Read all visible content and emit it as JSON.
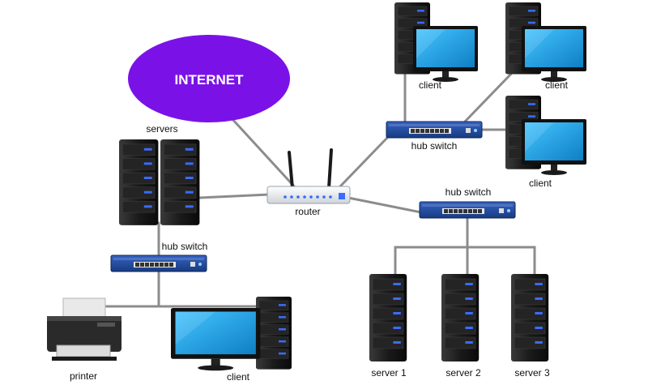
{
  "diagram": {
    "internet": {
      "label": "INTERNET",
      "color": "#7a12e8"
    },
    "router": {
      "label": "router"
    },
    "servers_group": {
      "label": "servers"
    },
    "hub_switch_top": {
      "label": "hub switch"
    },
    "hub_switch_right": {
      "label": "hub switch"
    },
    "hub_switch_left": {
      "label": "hub switch"
    },
    "clients": [
      {
        "label": "client"
      },
      {
        "label": "client"
      },
      {
        "label": "client"
      },
      {
        "label": "client"
      }
    ],
    "printer": {
      "label": "printer"
    },
    "servers": [
      {
        "label": "server 1"
      },
      {
        "label": "server 2"
      },
      {
        "label": "server 3"
      }
    ],
    "colors": {
      "switch_blue": "#1f4a9e",
      "monitor_screen": "#1aa3e6",
      "tower_dark": "#1b1b1b",
      "led_blue": "#3a6cff",
      "cable": "#8c8c8c"
    }
  }
}
